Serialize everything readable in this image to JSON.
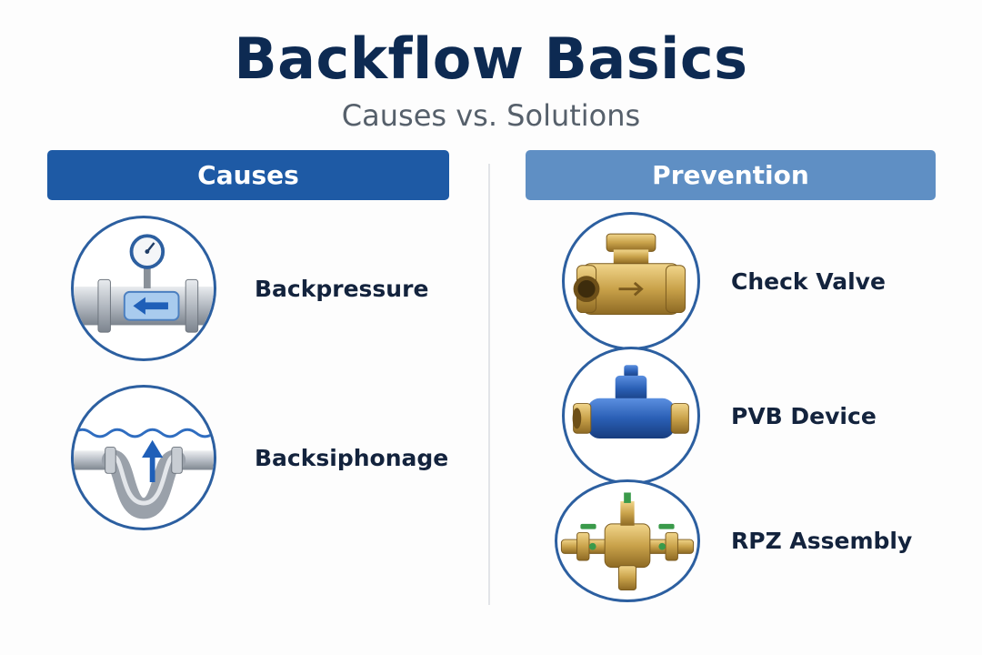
{
  "title": "Backflow Basics",
  "subtitle": "Causes vs. Solutions",
  "causes": {
    "header": "Causes",
    "items": [
      {
        "label": "Backpressure",
        "icon": "pressure-gauge-pipe-icon"
      },
      {
        "label": "Backsiphonage",
        "icon": "siphon-pipe-icon"
      }
    ]
  },
  "prevention": {
    "header": "Prevention",
    "items": [
      {
        "label": "Check Valve",
        "icon": "check-valve-icon"
      },
      {
        "label": "PVB Device",
        "icon": "pvb-device-icon"
      },
      {
        "label": "RPZ Assembly",
        "icon": "rpz-assembly-icon"
      }
    ]
  },
  "colors": {
    "causes_header": "#1e5aa5",
    "prevention_header": "#5f8fc4",
    "circle_border": "#2c5fa0",
    "title": "#0d2a52",
    "brass": "#c9a24a",
    "pvb_blue": "#2a5fb5"
  }
}
